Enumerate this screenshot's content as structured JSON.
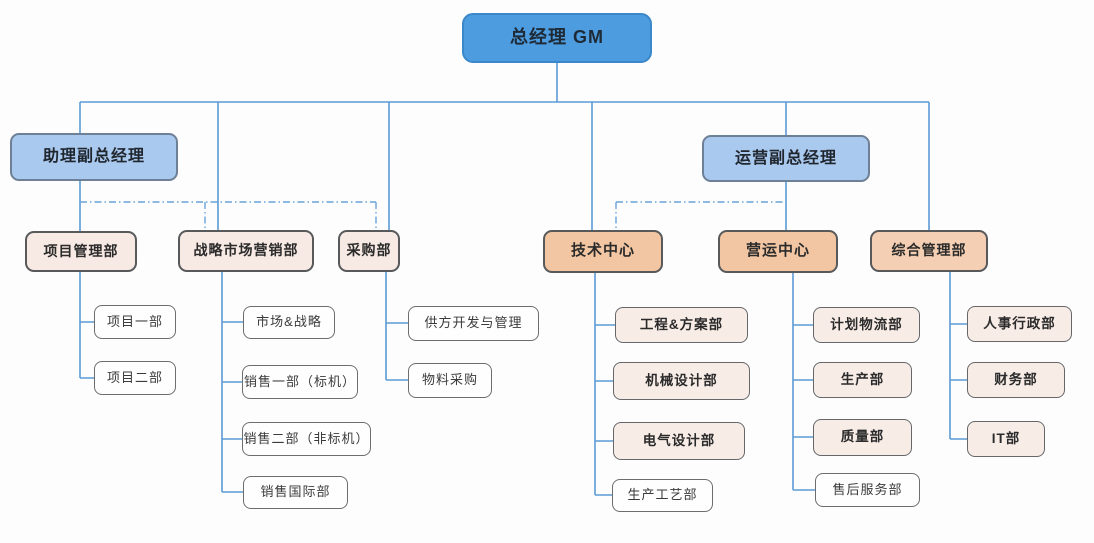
{
  "org": {
    "gm": {
      "label": "总经理 GM"
    },
    "vps": {
      "assistant": {
        "label": "助理副总经理"
      },
      "operations": {
        "label": "运营副总经理"
      }
    },
    "departments": {
      "project": {
        "label": "项目管理部"
      },
      "marketing": {
        "label": "战略市场营销部"
      },
      "purchasing": {
        "label": "采购部"
      },
      "technology": {
        "label": "技术中心"
      },
      "operations_center": {
        "label": "营运中心"
      },
      "general": {
        "label": "综合管理部"
      }
    },
    "subdepartments": {
      "project_1": {
        "label": "项目一部"
      },
      "project_2": {
        "label": "项目二部"
      },
      "market_strategy": {
        "label": "市场&战略"
      },
      "sales_1": {
        "label": "销售一部（标机）"
      },
      "sales_2": {
        "label": "销售二部（非标机）"
      },
      "sales_intl": {
        "label": "销售国际部"
      },
      "supplier_dev": {
        "label": "供方开发与管理"
      },
      "material_purchasing": {
        "label": "物料采购"
      },
      "engineering_solutions": {
        "label": "工程&方案部"
      },
      "mechanical_design": {
        "label": "机械设计部"
      },
      "electrical_design": {
        "label": "电气设计部"
      },
      "production_process": {
        "label": "生产工艺部"
      },
      "planning_logistics": {
        "label": "计划物流部"
      },
      "production": {
        "label": "生产部"
      },
      "quality": {
        "label": "质量部"
      },
      "after_sales": {
        "label": "售后服务部"
      },
      "hr_admin": {
        "label": "人事行政部"
      },
      "finance": {
        "label": "财务部"
      },
      "it": {
        "label": "IT部"
      }
    },
    "colors": {
      "gm_fill": "#4d9cdf",
      "vp_fill": "#aac9ee",
      "dept_fill": "#f7e9e3",
      "center_fill": "#f2c6a2",
      "general_fill": "#f5cfb3",
      "leaf_pink_fill": "#f8ece7",
      "leaf_white_fill": "#fefefe",
      "connector_blue": "#5b9bd5"
    }
  }
}
